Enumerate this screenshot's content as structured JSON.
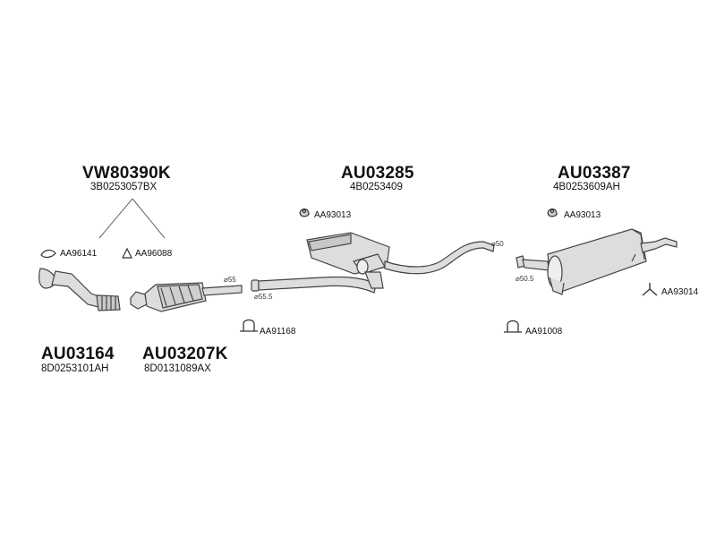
{
  "groups": [
    {
      "code": "VW80390K",
      "ref": "3B0253057BX"
    },
    {
      "code": "AU03285",
      "ref": "4B0253409"
    },
    {
      "code": "AU03387",
      "ref": "4B0253609AH"
    },
    {
      "code": "AU03164",
      "ref": "8D0253101AH"
    },
    {
      "code": "AU03207K",
      "ref": "8D0131089AX"
    }
  ],
  "accessories": [
    {
      "ref": "AA96141",
      "icon": "gasket-ring-icon"
    },
    {
      "ref": "AA96088",
      "icon": "gasket-triangle-icon"
    },
    {
      "ref": "AA93013",
      "icon": "rubber-hanger-icon"
    },
    {
      "ref": "AA93013",
      "icon": "rubber-hanger-icon"
    },
    {
      "ref": "AA91168",
      "icon": "u-bolt-clamp-icon"
    },
    {
      "ref": "AA91008",
      "icon": "u-bolt-clamp-icon"
    },
    {
      "ref": "AA93014",
      "icon": "y-bracket-icon"
    }
  ],
  "diameters": [
    "⌀55",
    "⌀55.5",
    "⌀50",
    "⌀50.5"
  ],
  "colors": {
    "line": "#444444",
    "fill": "#d9d9d9",
    "text": "#111111"
  }
}
